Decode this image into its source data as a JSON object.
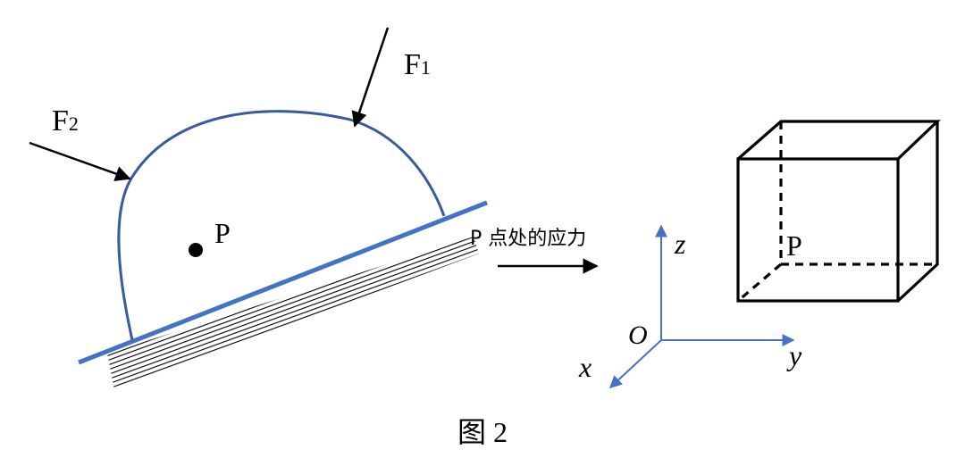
{
  "labels": {
    "force1": {
      "main": "F",
      "sub": "1"
    },
    "force2": {
      "main": "F",
      "sub": "2"
    },
    "point_body": "P",
    "stress_caption": "P 点处的应力",
    "axis_z": "z",
    "axis_y": "y",
    "axis_x": "x",
    "origin": "O",
    "point_cube": "P",
    "figure_caption": "图 2"
  },
  "colors": {
    "body_outline": "#3a5a9c",
    "ground_line": "#4472c4",
    "axes": "#4472c4",
    "ink": "#000000"
  }
}
